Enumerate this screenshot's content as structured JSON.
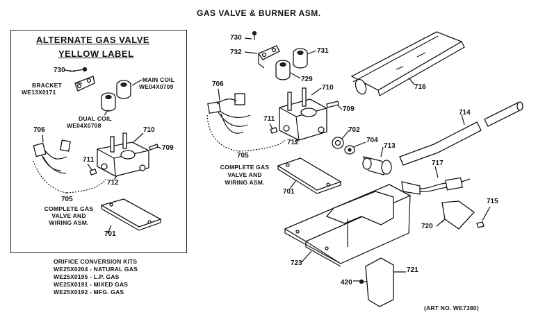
{
  "title": "GAS VALVE & BURNER ASM.",
  "inset": {
    "heading_line1": "ALTERNATE GAS VALVE",
    "heading_line2": "YELLOW LABEL",
    "bracket_label_1": "BRACKET",
    "bracket_label_2": "WE13X0171",
    "main_coil_1": "MAIN COIL",
    "main_coil_2": "WE04X0709",
    "dual_coil_1": "DUAL COIL",
    "dual_coil_2": "WE04X0708",
    "complete_1": "COMPLETE GAS",
    "complete_2": "VALVE AND",
    "complete_3": "WIRING ASM.",
    "callouts": {
      "c730": "730",
      "c706": "706",
      "c710": "710",
      "c711": "711",
      "c709": "709",
      "c712": "712",
      "c705": "705",
      "c701": "701"
    }
  },
  "main": {
    "complete_1": "COMPLETE GAS",
    "complete_2": "VALVE AND",
    "complete_3": "WIRING ASM.",
    "callouts": {
      "c730": "730",
      "c732": "732",
      "c731": "731",
      "c729": "729",
      "c716": "716",
      "c706": "706",
      "c710": "710",
      "c711": "711",
      "c709": "709",
      "c712": "712",
      "c702": "702",
      "c704": "704",
      "c713": "713",
      "c714": "714",
      "c705": "705",
      "c701": "701",
      "c717": "717",
      "c715": "715",
      "c720": "720",
      "c723": "723",
      "c721": "721",
      "c420": "420"
    }
  },
  "orifice": {
    "heading": "ORIFICE CONVERSION KITS",
    "line1": "WE25X0204 - NATURAL GAS",
    "line2": "WE25X0195 - L.P. GAS",
    "line3": "WE25X0191 - MIXED GAS",
    "line4": "WE25X0192 - MFG. GAS"
  },
  "art_number": "(ART NO. WE7380)"
}
